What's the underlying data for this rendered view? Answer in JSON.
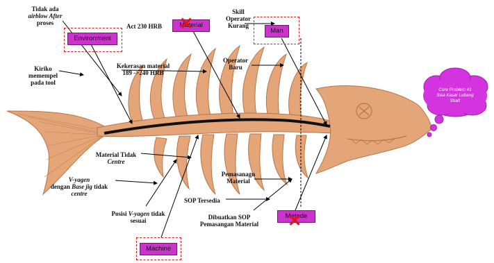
{
  "problem": {
    "lines": [
      "Core Problem #1",
      "Sisa Kasar Lubang",
      "Shaft"
    ]
  },
  "categories": {
    "environment": "Environment",
    "material": "Material",
    "man": "Man",
    "machine": "Machine",
    "metode": "Metode"
  },
  "causes": {
    "airblow": {
      "l1": "Tidak ada",
      "l2a": "airblow",
      "l2b": " After",
      "l3": "proses"
    },
    "kiriko": {
      "l1": "Kiriko",
      "l2": "memempel",
      "l3": "pada tool"
    },
    "act": "Act  230 HRB",
    "kekerasan": {
      "l1": "Kekerasan material",
      "l2": "189 ->240 HRB"
    },
    "skill": {
      "l1": "Skill",
      "l2": "Operator",
      "l3": "Kurang"
    },
    "operator_baru": {
      "l1": "Operator",
      "l2": "Baru"
    },
    "material_tidak": {
      "l1": "Material Tidak",
      "l2": "Centre"
    },
    "vyagen": {
      "l1": "V-yagen",
      "l2a": "dengan ",
      "l2b": "Base jig",
      "l2c": " tidak",
      "l3": "centre"
    },
    "posisi": {
      "l1a": "Posisi  ",
      "l1b": "V-yagen",
      "l1c": " tidak",
      "l2": "sesuai"
    },
    "pemasangan": {
      "l1": "Pemasanagn",
      "l2": "Material"
    },
    "sop": "SOP Tersedia",
    "dibuatkan": {
      "l1": "Dibuatkan SOP",
      "l2": "Pemasangan Material"
    }
  },
  "colors": {
    "fish": "#e4a578",
    "fish_outline": "#b9754a",
    "spine": "#111111",
    "category_box": "#cc33cc",
    "dashed": "#d42020",
    "cloud": "#d433e0",
    "cross": "#e01414"
  }
}
